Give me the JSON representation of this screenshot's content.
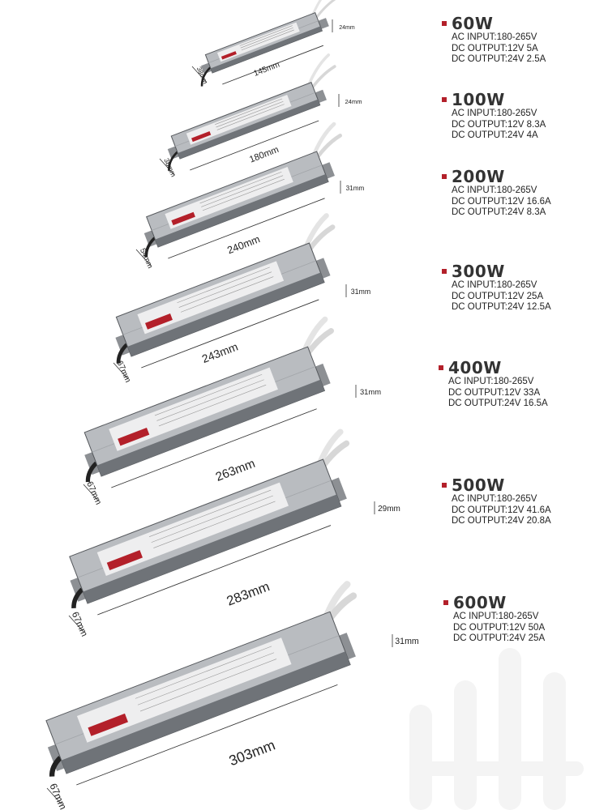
{
  "products": [
    {
      "power": "60W",
      "ac_input": "AC INPUT:180-265V",
      "dc_12": "DC OUTPUT:12V 5A",
      "dc_24": "DC OUTPUT:24V 2.5A",
      "length": "145mm",
      "width": "38mm",
      "height": "24mm"
    },
    {
      "power": "100W",
      "ac_input": "AC INPUT:180-265V",
      "dc_12": "DC OUTPUT:12V 8.3A",
      "dc_24": "DC OUTPUT:24V 4A",
      "length": "180mm",
      "width": "38mm",
      "height": "24mm"
    },
    {
      "power": "200W",
      "ac_input": "AC INPUT:180-265V",
      "dc_12": "DC OUTPUT:12V 16.6A",
      "dc_24": "DC OUTPUT:24V 8.3A",
      "length": "240mm",
      "width": "54mm",
      "height": "31mm"
    },
    {
      "power": "300W",
      "ac_input": "AC INPUT:180-265V",
      "dc_12": "DC OUTPUT:12V 25A",
      "dc_24": "DC OUTPUT:24V 12.5A",
      "length": "243mm",
      "width": "67mm",
      "height": "31mm"
    },
    {
      "power": "400W",
      "ac_input": "AC INPUT:180-265V",
      "dc_12": "DC OUTPUT:12V 33A",
      "dc_24": "DC OUTPUT:24V 16.5A",
      "length": "263mm",
      "width": "67mm",
      "height": "31mm"
    },
    {
      "power": "500W",
      "ac_input": "AC INPUT:180-265V",
      "dc_12": "DC OUTPUT:12V 41.6A",
      "dc_24": "DC OUTPUT:24V 20.8A",
      "length": "283mm",
      "width": "67mm",
      "height": "29mm"
    },
    {
      "power": "600W",
      "ac_input": "AC INPUT:180-265V",
      "dc_12": "DC OUTPUT:12V 50A",
      "dc_24": "DC OUTPUT:24V 25A",
      "length": "303mm",
      "width": "67mm",
      "height": "31mm"
    }
  ],
  "colors": {
    "accent": "#b3202a",
    "case_light": "#b9bcc0",
    "case_dark": "#6f7378"
  }
}
